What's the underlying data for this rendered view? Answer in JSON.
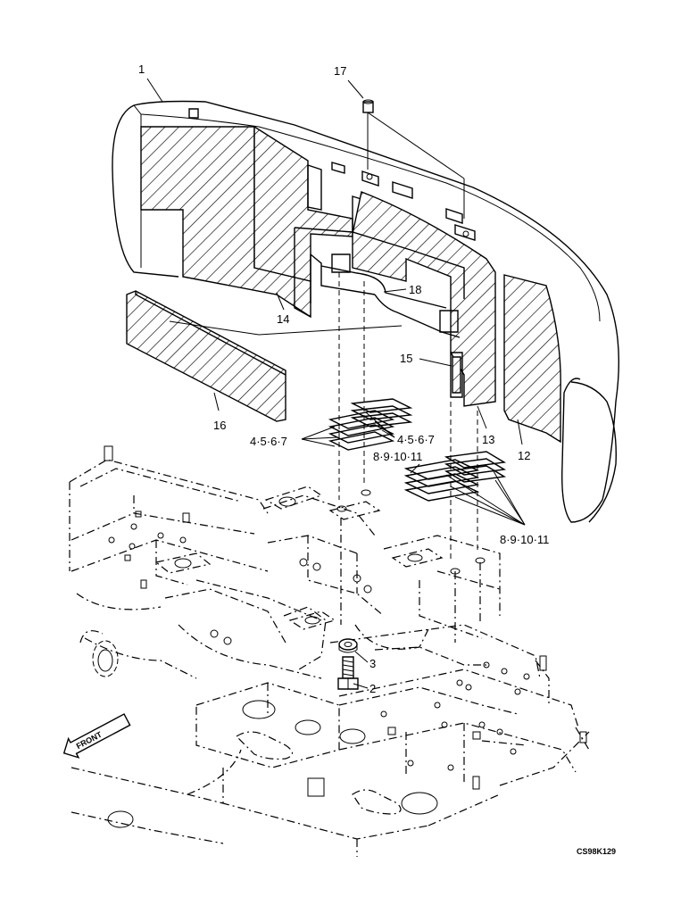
{
  "labels": {
    "p1": "1",
    "p17": "17",
    "p18": "18",
    "p14": "14",
    "p15": "15",
    "p16": "16",
    "p13": "13",
    "p12": "12",
    "shims_a_left": "4·5·6·7",
    "shims_a_right": "4·5·6·7",
    "shims_b_upper": "8·9·10·11",
    "shims_b_lower": "8·9·10·11",
    "p3": "3",
    "p2": "2"
  },
  "front_arrow": "FRONT",
  "drawing_code": "CS98K129"
}
